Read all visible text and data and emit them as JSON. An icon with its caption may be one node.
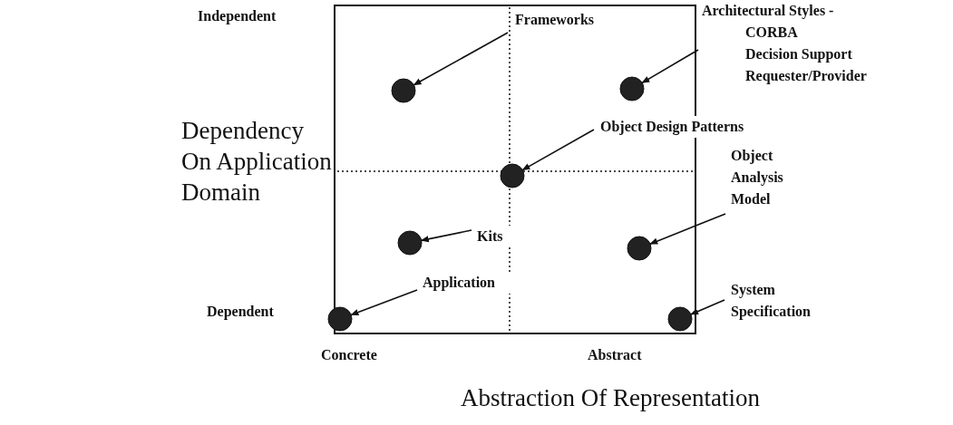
{
  "diagram": {
    "nodes": [
      {
        "text": [
          "Frameworks"
        ]
      },
      {
        "text": [
          "Architectural Styles -",
          "CORBA",
          "Decision Support",
          "Requester/Provider"
        ]
      },
      {
        "text": [
          "Object Design Patterns"
        ]
      },
      {
        "text": [
          "Kits"
        ]
      },
      {
        "text": [
          "Object Analysis Model"
        ]
      },
      {
        "text": [
          "Application"
        ]
      },
      {
        "text": [
          "System Specification"
        ]
      },
      {
        "text": [],
        "shape": "circle"
      },
      {
        "text": [],
        "shape": "circle"
      },
      {
        "text": [],
        "shape": "circle"
      },
      {
        "text": [],
        "shape": "circle"
      },
      {
        "text": [],
        "shape": "circle"
      },
      {
        "text": [],
        "shape": "circle"
      },
      {
        "text": [],
        "shape": "circle"
      }
    ],
    "edges": [
      {
        "from": 0,
        "to": 7,
        "arrow": "to"
      },
      {
        "from": 1,
        "to": 8,
        "arrow": "to"
      },
      {
        "from": 2,
        "to": 9,
        "arrow": "to"
      },
      {
        "from": 3,
        "to": 10,
        "arrow": "to"
      },
      {
        "from": 4,
        "to": 11,
        "arrow": "to"
      },
      {
        "from": 5,
        "to": 12,
        "arrow": "to"
      },
      {
        "from": 6,
        "to": 13,
        "arrow": "to"
      }
    ],
    "labels": [
      "Independent",
      "Dependency On Application Domain",
      "Dependent",
      "Concrete",
      "Abstract",
      "Abstraction Of Representation"
    ]
  }
}
